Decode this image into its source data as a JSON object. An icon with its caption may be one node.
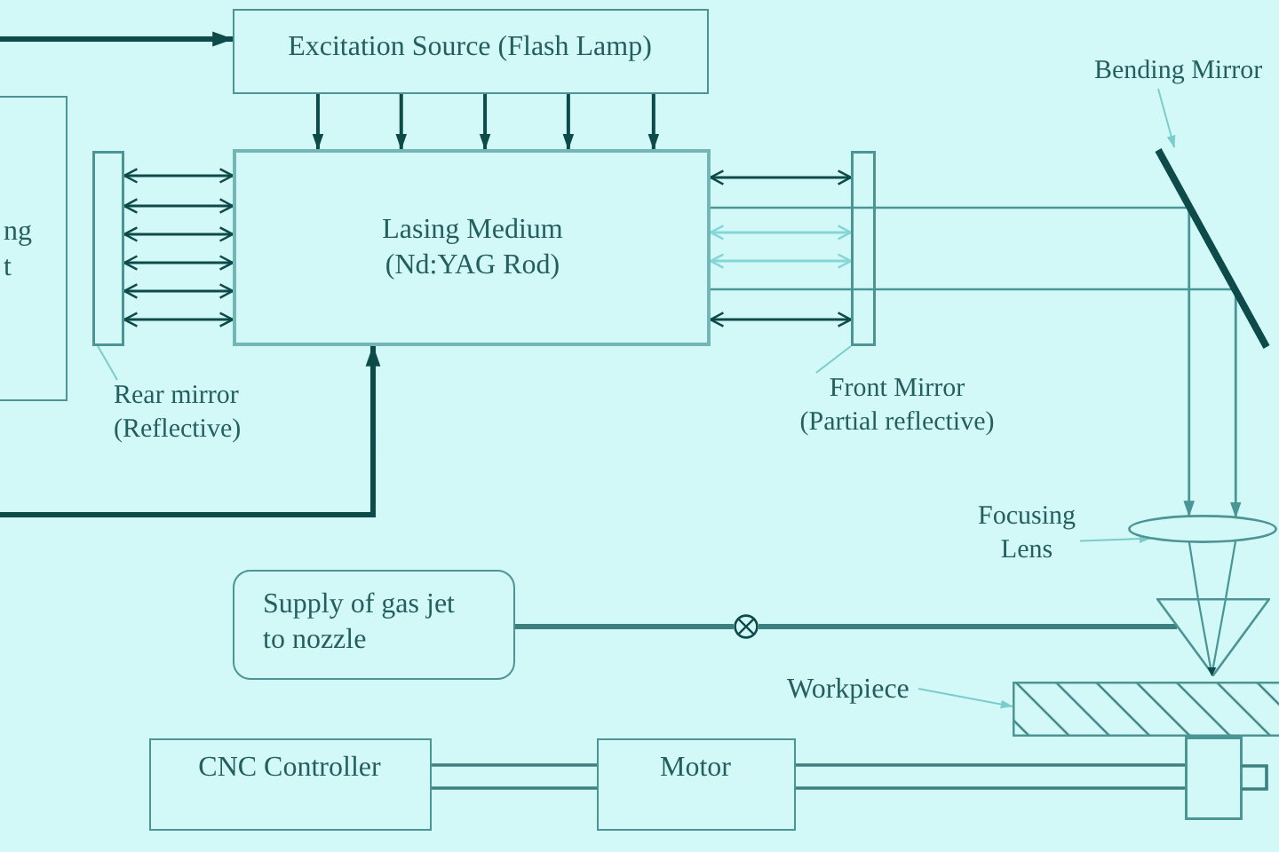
{
  "diagram": {
    "nodes": [
      {
        "text": [
          "ng t"
        ]
      },
      {
        "text": [
          "Excitation Source (Flash Lamp)"
        ]
      },
      {
        "text": [
          "Bending Mirror"
        ]
      },
      {
        "text": [],
        "shape": "bar"
      },
      {
        "text": [
          "Lasing Medium (Nd:YAG Rod)"
        ]
      },
      {
        "text": [],
        "shape": "bar"
      },
      {
        "text": [],
        "shape": "line"
      },
      {
        "text": [
          "Rear mirror (Reflective)"
        ]
      },
      {
        "text": [
          "Front Mirror (Partial reflective)"
        ]
      },
      {
        "text": [
          "Focusing Lens"
        ]
      },
      {
        "text": [],
        "shape": "ellipse"
      },
      {
        "text": [
          "Supply of gas jet to nozzle"
        ]
      },
      {
        "text": [],
        "shape": "circle"
      },
      {
        "text": [],
        "shape": "triangle"
      },
      {
        "text": [
          "Workpiece"
        ]
      },
      {
        "text": [],
        "shape": "box"
      },
      {
        "text": [
          "CNC Controller"
        ]
      },
      {
        "text": [
          "Motor"
        ]
      },
      {
        "text": [],
        "shape": "box"
      }
    ],
    "edges": [
      {
        "from": null,
        "to": 1,
        "arrow": "to",
        "style": "thick"
      },
      {
        "from": 1,
        "to": 4,
        "arrow": "to"
      },
      {
        "from": 1,
        "to": 4,
        "arrow": "to"
      },
      {
        "from": 1,
        "to": 4,
        "arrow": "to"
      },
      {
        "from": 1,
        "to": 4,
        "arrow": "to"
      },
      {
        "from": 1,
        "to": 4,
        "arrow": "to"
      },
      {
        "from": 3,
        "to": 4,
        "arrow": "both"
      },
      {
        "from": 3,
        "to": 4,
        "arrow": "both"
      },
      {
        "from": 3,
        "to": 4,
        "arrow": "both"
      },
      {
        "from": 3,
        "to": 4,
        "arrow": "both"
      },
      {
        "from": 3,
        "to": 4,
        "arrow": "both"
      },
      {
        "from": 3,
        "to": 4,
        "arrow": "both"
      },
      {
        "from": 4,
        "to": 5,
        "arrow": "both"
      },
      {
        "from": 4,
        "to": 5,
        "arrow": "both",
        "color": "#86d6d8"
      },
      {
        "from": 4,
        "to": 5,
        "arrow": "both",
        "color": "#86d6d8"
      },
      {
        "from": 4,
        "to": 5,
        "arrow": "both"
      },
      {
        "from": 4,
        "to": 6,
        "arrow": "none",
        "color": "#4a9696"
      },
      {
        "from": 4,
        "to": 6,
        "arrow": "none",
        "color": "#4a9696"
      },
      {
        "from": 6,
        "to": 10,
        "arrow": "to",
        "color": "#4a9696"
      },
      {
        "from": 6,
        "to": 10,
        "arrow": "to",
        "color": "#4a9696"
      },
      {
        "from": 10,
        "to": 13,
        "arrow": "none",
        "color": "#4a9696"
      },
      {
        "from": 10,
        "to": 13,
        "arrow": "none",
        "color": "#4a9696"
      },
      {
        "from": 7,
        "to": 3,
        "arrow": "none",
        "color": "#7ccccc"
      },
      {
        "from": 8,
        "to": 5,
        "arrow": "none",
        "color": "#7ccccc"
      },
      {
        "from": 2,
        "to": 6,
        "arrow": "to",
        "color": "#7ccccc"
      },
      {
        "from": 9,
        "to": 10,
        "arrow": "to",
        "color": "#7ccccc"
      },
      {
        "from": null,
        "to": 4,
        "arrow": "to",
        "style": "thick"
      },
      {
        "from": 11,
        "to": 12,
        "arrow": "none",
        "style": "thick",
        "color": "#3d8080"
      },
      {
        "from": 12,
        "to": 13,
        "arrow": "none",
        "style": "thick",
        "color": "#3d8080"
      },
      {
        "from": 14,
        "to": 15,
        "arrow": "to",
        "color": "#7ccccc"
      },
      {
        "from": 16,
        "to": 17,
        "arrow": "none",
        "color": "#3d8080"
      },
      {
        "from": 17,
        "to": 18,
        "arrow": "none",
        "color": "#3d8080"
      }
    ]
  }
}
